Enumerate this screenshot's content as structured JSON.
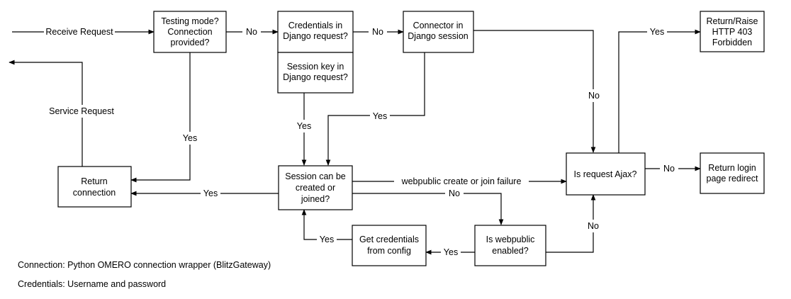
{
  "nodes": {
    "testing_mode": [
      "Testing mode?",
      "Connection",
      "provided?"
    ],
    "credentials_request": [
      "Credentials in",
      "Django request?"
    ],
    "session_key_request": [
      "Session key in",
      "Django request?"
    ],
    "connector_session": [
      "Connector in",
      "Django session"
    ],
    "return_403": [
      "Return/Raise",
      "HTTP 403",
      "Forbidden"
    ],
    "is_ajax": [
      "Is request Ajax?"
    ],
    "return_login": [
      "Return login",
      "page redirect"
    ],
    "session_created": [
      "Session can be",
      "created or",
      "joined?"
    ],
    "return_connection": [
      "Return",
      "connection"
    ],
    "get_credentials": [
      "Get credentials",
      "from config"
    ],
    "webpublic_enabled": [
      "Is webpublic",
      "enabled?"
    ]
  },
  "edge_labels": {
    "receive_request": "Receive Request",
    "service_request": "Service Request",
    "testing_no": "No",
    "credentials_no": "No",
    "connector_no": "No",
    "ajax_yes": "Yes",
    "ajax_no": "No",
    "testing_yes": "Yes",
    "session_key_yes": "Yes",
    "connector_yes": "Yes",
    "session_yes": "Yes",
    "webpublic_failure": "webpublic create or join failure",
    "session_no": "No",
    "webpublic_no": "No",
    "webpublic_yes": "Yes",
    "config_yes": "Yes"
  },
  "legend": {
    "connection": "Connection: Python OMERO connection wrapper (BlitzGateway)",
    "credentials": "Credentials: Username and password"
  }
}
